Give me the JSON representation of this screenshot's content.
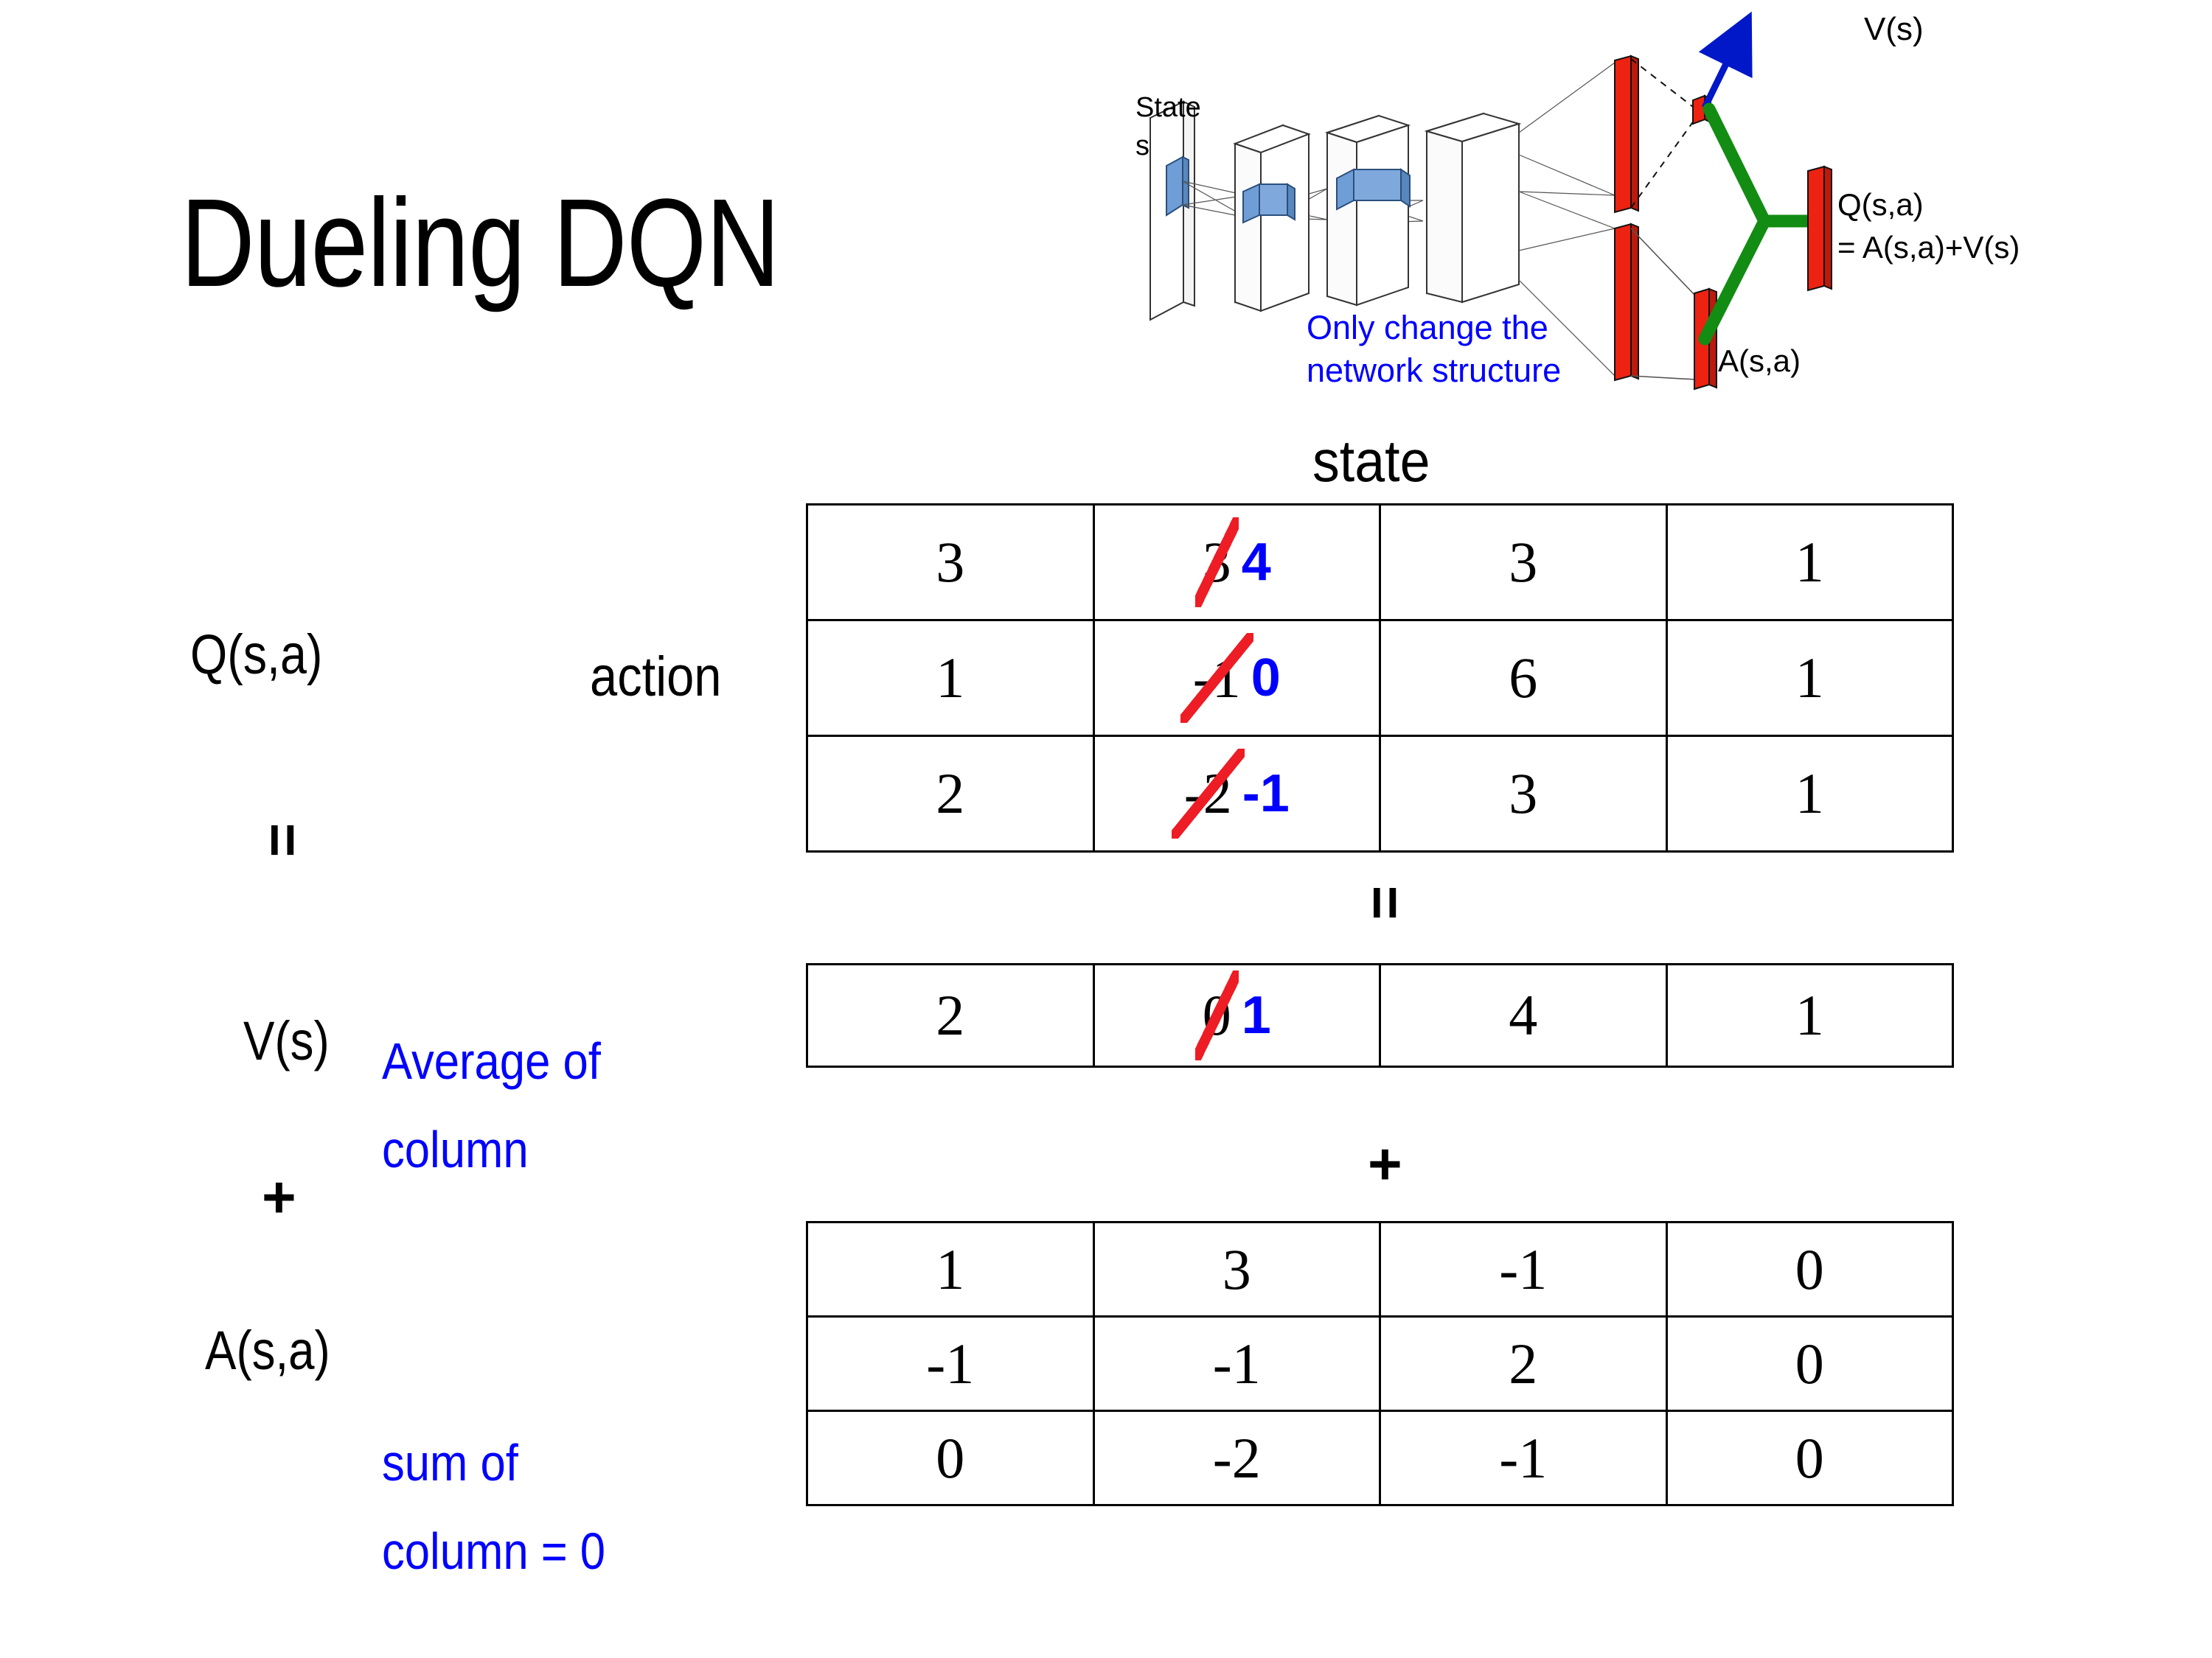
{
  "slide": {
    "title": "Dueling DQN"
  },
  "diagram": {
    "caption": "Only change the\nnetwork structure",
    "caption_line1": "Only change the",
    "caption_line2": "network structure",
    "state_label_line1": "State",
    "state_label_line2": "s",
    "v_label": "V(s)",
    "a_label": "A(s,a)",
    "q_label_line1": "Q(s,a)",
    "q_label_line2": "= A(s,a)+V(s)",
    "colors": {
      "accent_blue_text": "#0000ff",
      "bar_red": "#ee2211",
      "link_green": "#128c12",
      "arrow_blue": "#0018c8",
      "block_blue": "#6f9ed6"
    }
  },
  "labels": {
    "state": "state",
    "action": "action",
    "q_of_sa": "Q(s,a)",
    "v_of_s": "V(s)",
    "a_of_sa": "A(s,a)",
    "equals_left": "=",
    "plus_left": "+",
    "equals_mid": "=",
    "plus_mid": "+",
    "note_v_line1": "Average of",
    "note_v_line2": "column",
    "note_a_line1": "sum of",
    "note_a_line2": "column = 0"
  },
  "chart_data": {
    "type": "table",
    "title": "Dueling DQN decomposition Q(s,a) = V(s) + A(s,a)",
    "xlabel": "state",
    "ylabel": "action",
    "tables": [
      {
        "name": "Q(s,a)",
        "rows": [
          [
            "3",
            "3",
            "3",
            "1"
          ],
          [
            "1",
            "-1",
            "6",
            "1"
          ],
          [
            "2",
            "-2",
            "3",
            "1"
          ]
        ],
        "edits": [
          {
            "row": 0,
            "col": 1,
            "old": "3",
            "new": "4"
          },
          {
            "row": 1,
            "col": 1,
            "old": "-1",
            "new": "0"
          },
          {
            "row": 2,
            "col": 1,
            "old": "-2",
            "new": "-1"
          }
        ]
      },
      {
        "name": "V(s)",
        "rows": [
          [
            "2",
            "0",
            "4",
            "1"
          ]
        ],
        "edits": [
          {
            "row": 0,
            "col": 1,
            "old": "0",
            "new": "1"
          }
        ]
      },
      {
        "name": "A(s,a)",
        "rows": [
          [
            "1",
            "3",
            "-1",
            "0"
          ],
          [
            "-1",
            "-1",
            "2",
            "0"
          ],
          [
            "0",
            "-2",
            "-1",
            "0"
          ]
        ],
        "edits": []
      }
    ]
  }
}
